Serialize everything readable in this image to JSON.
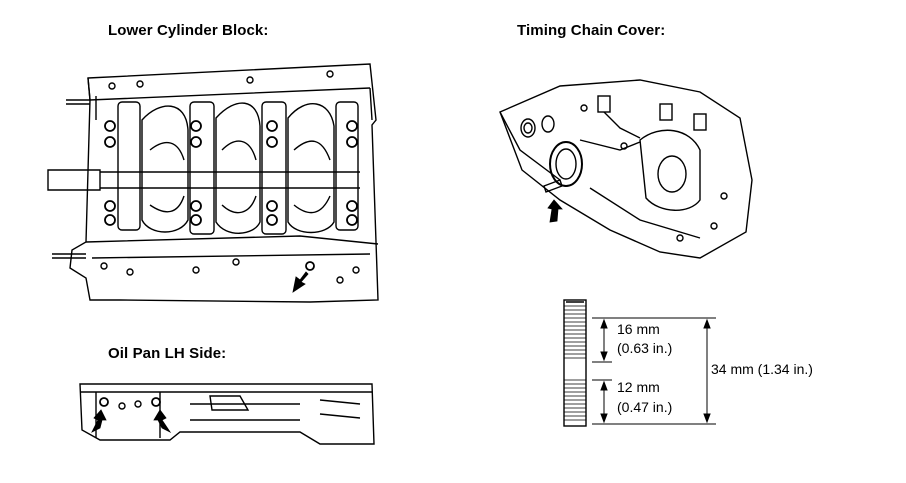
{
  "labels": {
    "lower_block": "Lower Cylinder Block:",
    "timing_cover": "Timing Chain Cover:",
    "oil_pan": "Oil Pan LH Side:"
  },
  "dimensions": {
    "upper_mm": "16 mm",
    "upper_in": "(0.63 in.)",
    "lower_mm": "12 mm",
    "lower_in": "(0.47 in.)",
    "total": "34 mm (1.34 in.)"
  }
}
